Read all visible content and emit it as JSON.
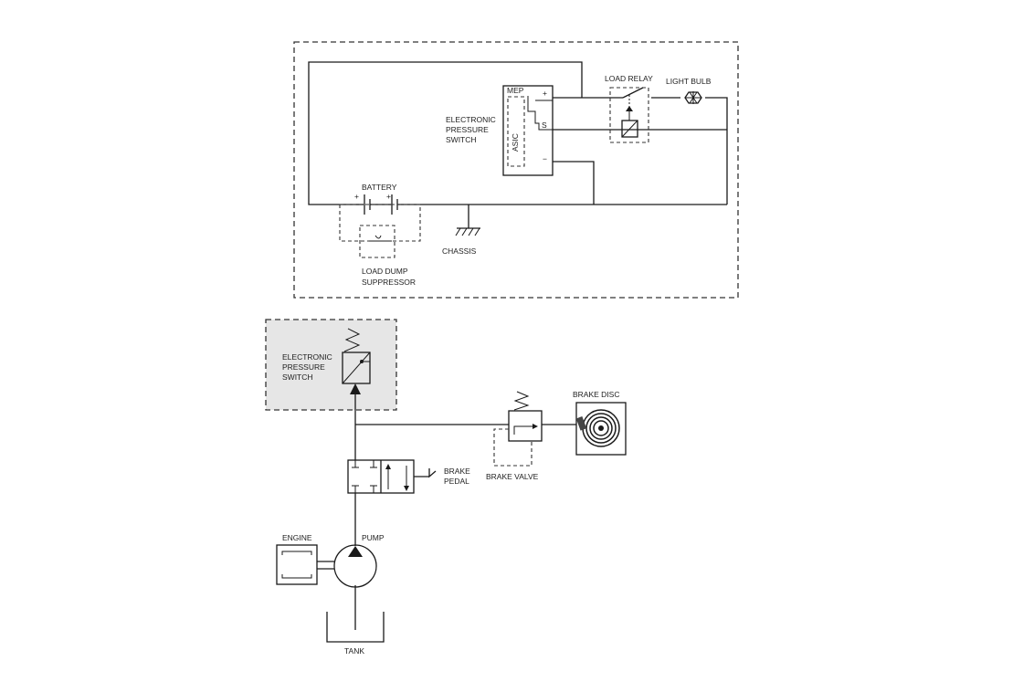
{
  "electrical": {
    "electronic_pressure_switch": [
      "ELECTRONIC",
      "PRESSURE",
      "SWITCH"
    ],
    "mep": "MEP",
    "asic": "ASIC",
    "pin_plus": "+",
    "pin_s": "S",
    "pin_minus": "−",
    "load_relay": "LOAD RELAY",
    "light_bulb": "LIGHT BULB",
    "battery": "BATTERY",
    "battery_plus": "+",
    "chassis": "CHASSIS",
    "load_dump_suppressor": [
      "LOAD DUMP",
      "SUPPRESSOR"
    ]
  },
  "hydraulic": {
    "electronic_pressure_switch": [
      "ELECTRONIC",
      "PRESSURE",
      "SWITCH"
    ],
    "brake_disc": "BRAKE DISC",
    "brake_valve": "BRAKE VALVE",
    "brake_pedal": [
      "BRAKE",
      "PEDAL"
    ],
    "engine": "ENGINE",
    "pump": "PUMP",
    "tank": "TANK"
  },
  "colors": {
    "line": "#1a1a1a",
    "shaded_box": "#e6e6e6"
  }
}
